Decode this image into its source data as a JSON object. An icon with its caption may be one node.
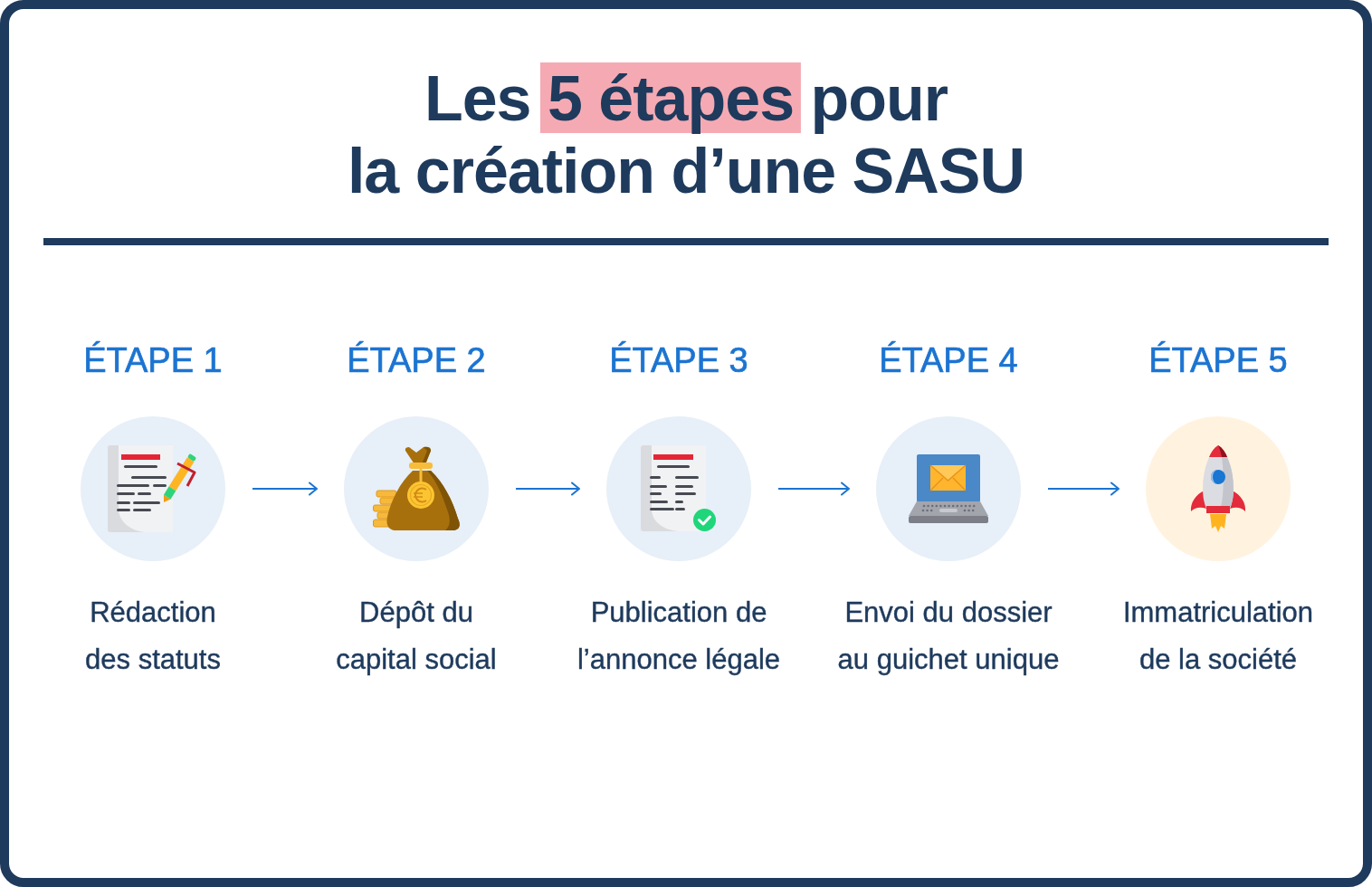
{
  "diagram": {
    "title": "Les 5 étapes pour la création d’une SASU",
    "nodes": [
      {
        "text": [
          "ÉTAPE 1"
        ],
        "beside": [
          "Rédaction des statuts"
        ]
      },
      {
        "text": [
          "ÉTAPE 2"
        ],
        "beside": [
          "Dépôt du capital social"
        ]
      },
      {
        "text": [
          "ÉTAPE 3"
        ],
        "beside": [
          "Publication de l’annonce légale"
        ]
      },
      {
        "text": [
          "ÉTAPE 4"
        ],
        "beside": [
          "Envoi du dossier au guichet unique"
        ]
      },
      {
        "text": [
          "ÉTAPE 5"
        ],
        "beside": [
          "Immatriculation de la société"
        ]
      }
    ],
    "edges": [
      {
        "from": 0,
        "to": 1,
        "arrow": "to"
      },
      {
        "from": 1,
        "to": 2,
        "arrow": "to"
      },
      {
        "from": 2,
        "to": 3,
        "arrow": "to"
      },
      {
        "from": 3,
        "to": 4,
        "arrow": "to"
      }
    ]
  }
}
